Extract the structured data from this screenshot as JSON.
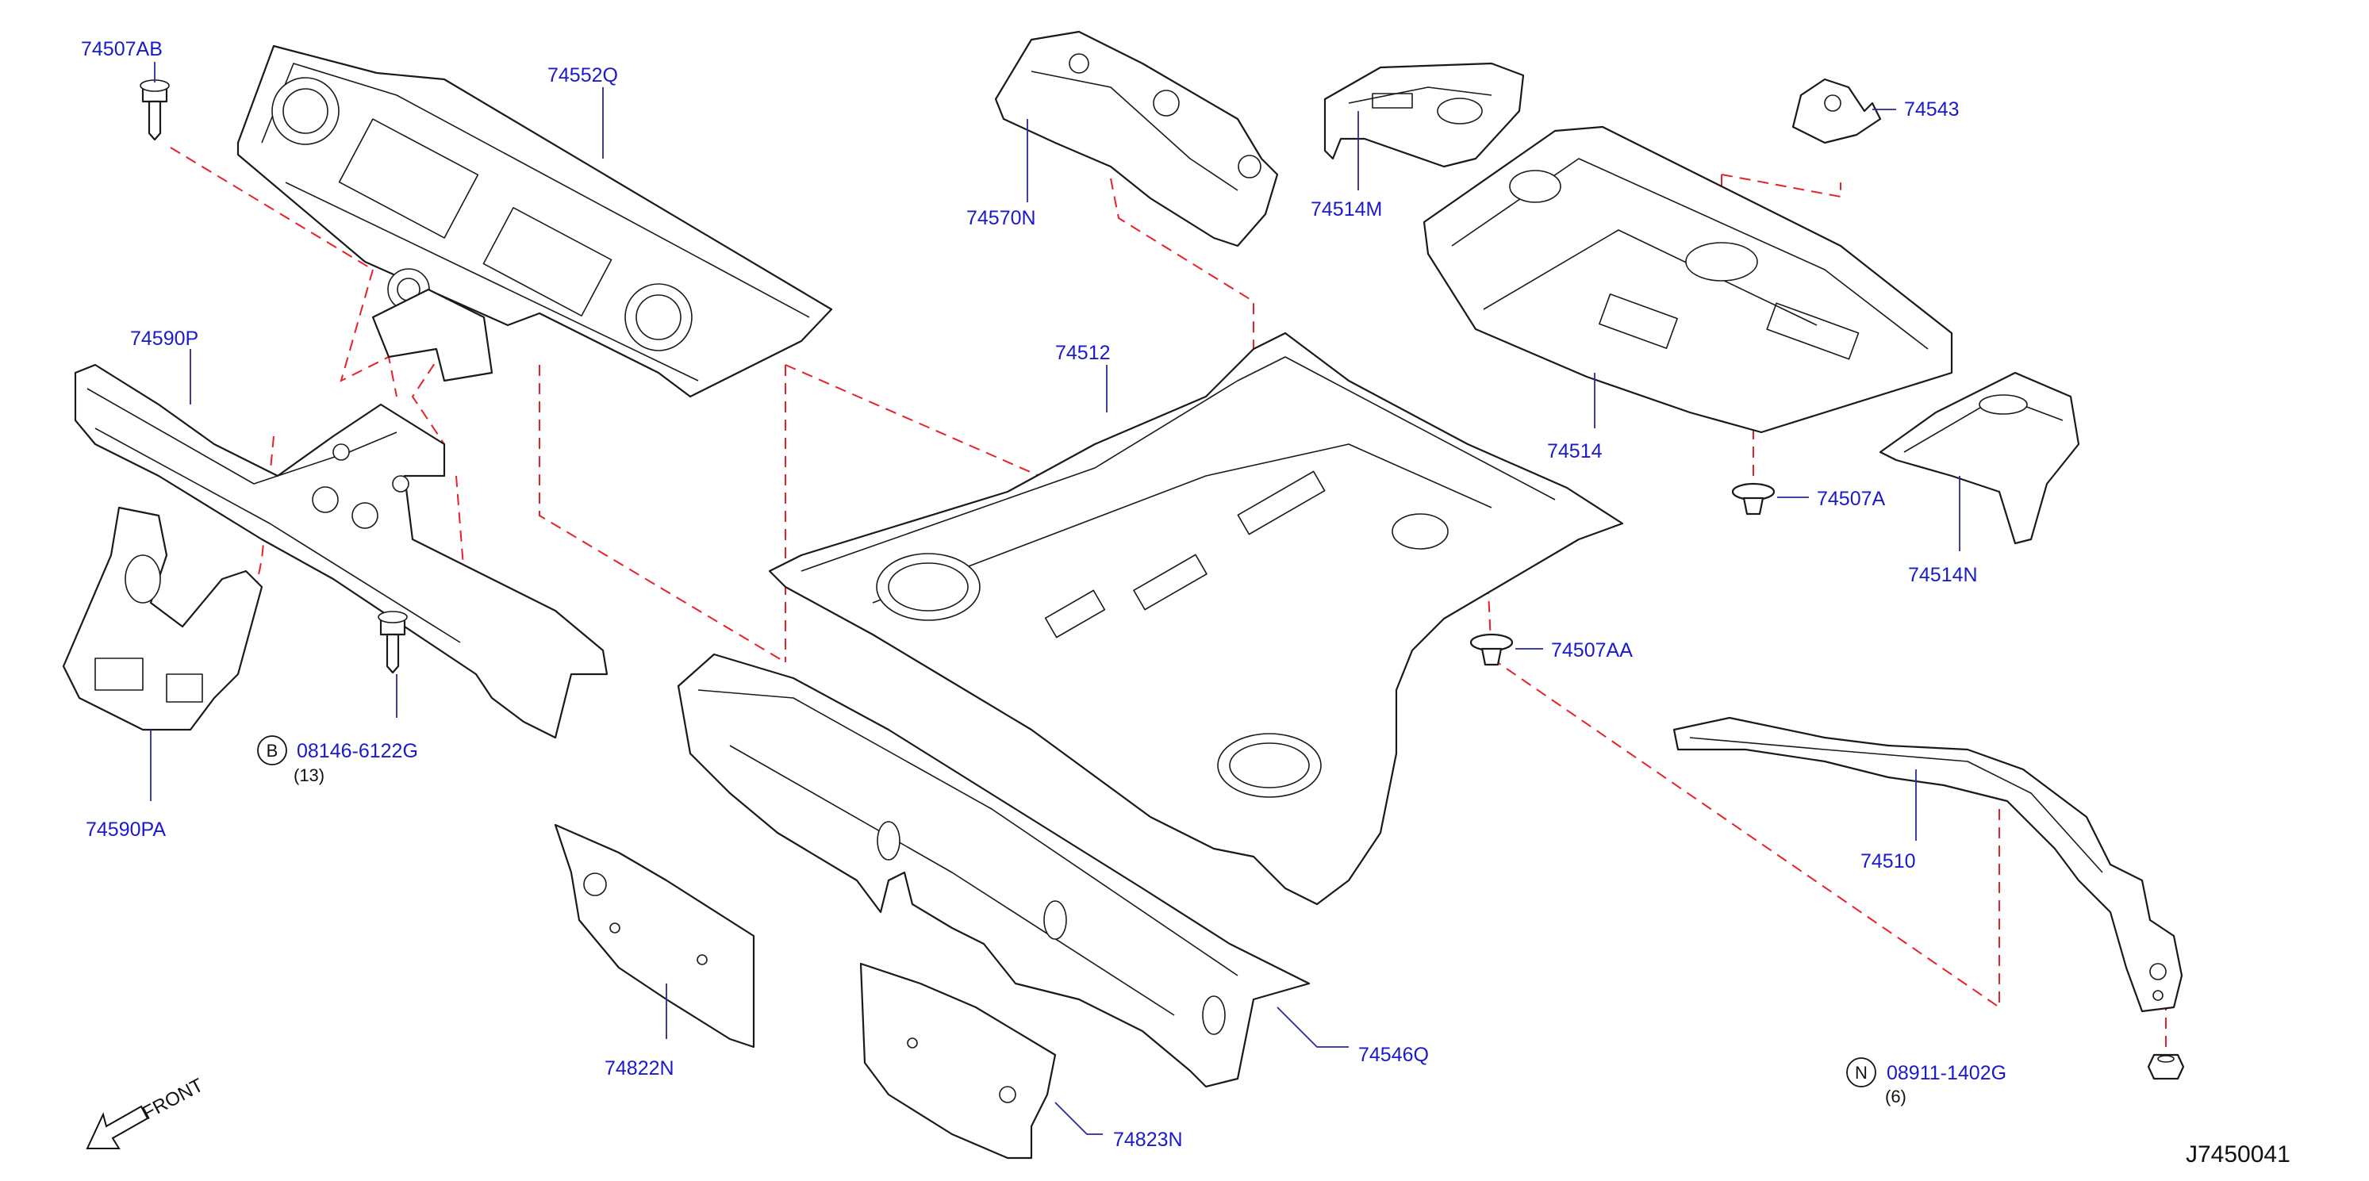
{
  "diagram_code": "J7450041",
  "front_label": "FRONT",
  "parts": {
    "p74507AB": "74507AB",
    "p74552Q": "74552Q",
    "p74570N": "74570N",
    "p74514M": "74514M",
    "p74543": "74543",
    "p74590P": "74590P",
    "p74512": "74512",
    "p74514": "74514",
    "p74507A": "74507A",
    "p74514N": "74514N",
    "p74507AA": "74507AA",
    "p74510": "74510",
    "p74590PA": "74590PA",
    "p74822N": "74822N",
    "p74546Q": "74546Q",
    "p74823N": "74823N"
  },
  "fasteners": {
    "bolt": {
      "circle_letter": "B",
      "part": "08146-6122G",
      "qty": "(13)"
    },
    "nut": {
      "circle_letter": "N",
      "part": "08911-1402G",
      "qty": "(6)"
    }
  },
  "colors": {
    "label": "#1a1acc",
    "dashed_guide": "#e8202a",
    "line_art": "#1a1a1a"
  }
}
